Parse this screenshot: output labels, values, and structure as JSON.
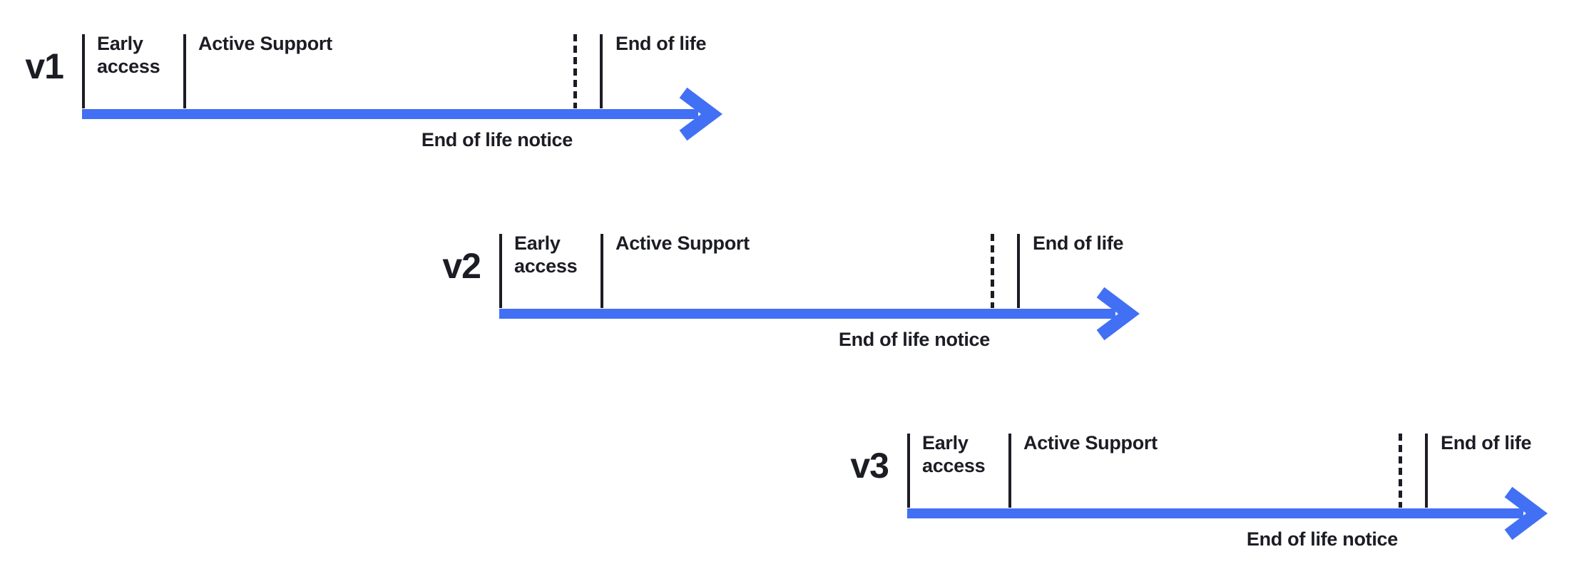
{
  "colors": {
    "background": "#FFFFFF",
    "ink": "#1C1D24",
    "accent_blue": "#4270F4"
  },
  "icons": {
    "arrowhead": "chevron-right-arrowhead"
  },
  "timelines": [
    {
      "version": "v1",
      "phases": {
        "early_access": "Early access",
        "active_support": "Active Support",
        "end_of_life": "End of life"
      },
      "notice_label": "End of life notice"
    },
    {
      "version": "v2",
      "phases": {
        "early_access": "Early access",
        "active_support": "Active Support",
        "end_of_life": "End of life"
      },
      "notice_label": "End of life notice"
    },
    {
      "version": "v3",
      "phases": {
        "early_access": "Early access",
        "active_support": "Active Support",
        "end_of_life": "End of life"
      },
      "notice_label": "End of life notice"
    }
  ]
}
